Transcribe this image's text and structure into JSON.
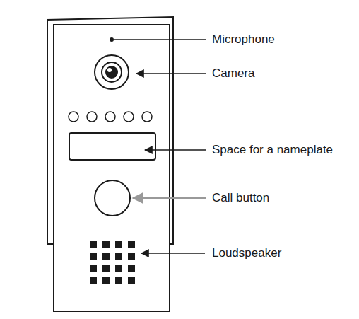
{
  "diagram": {
    "labels": [
      "Microphone",
      "Camera",
      "Space for a nameplate",
      "Call button",
      "Loudspeaker"
    ]
  }
}
